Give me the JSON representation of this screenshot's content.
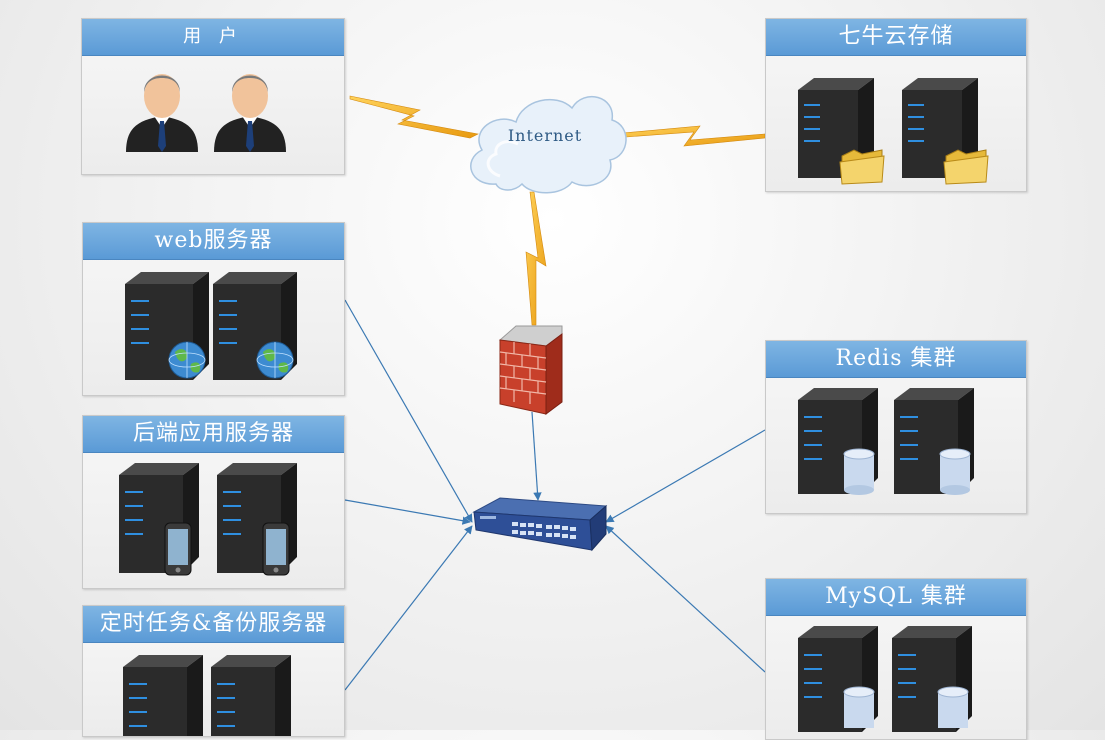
{
  "nodes": {
    "users": {
      "title": "用 户",
      "icon": "user-icon"
    },
    "qiniu": {
      "title": "七牛云存储",
      "icon": "folder-icon"
    },
    "web": {
      "title": "web服务器",
      "icon": "globe-icon"
    },
    "backend": {
      "title": "后端应用服务器",
      "icon": "phone-icon"
    },
    "cron": {
      "title": "定时任务&备份服务器",
      "icon": "server-icon"
    },
    "redis": {
      "title": "Redis 集群",
      "icon": "database-icon"
    },
    "mysql": {
      "title": "MySQL 集群",
      "icon": "database-icon"
    }
  },
  "internet": {
    "label": "Internet",
    "icon": "cloud-icon"
  },
  "firewall": {
    "icon": "firewall-icon"
  },
  "switch": {
    "icon": "switch-icon"
  },
  "colors": {
    "header": "#5a9ad6",
    "lightning": "#f2b233",
    "link": "#3b79b3",
    "server": "#2a2a2a",
    "led": "#2f8fe0"
  }
}
